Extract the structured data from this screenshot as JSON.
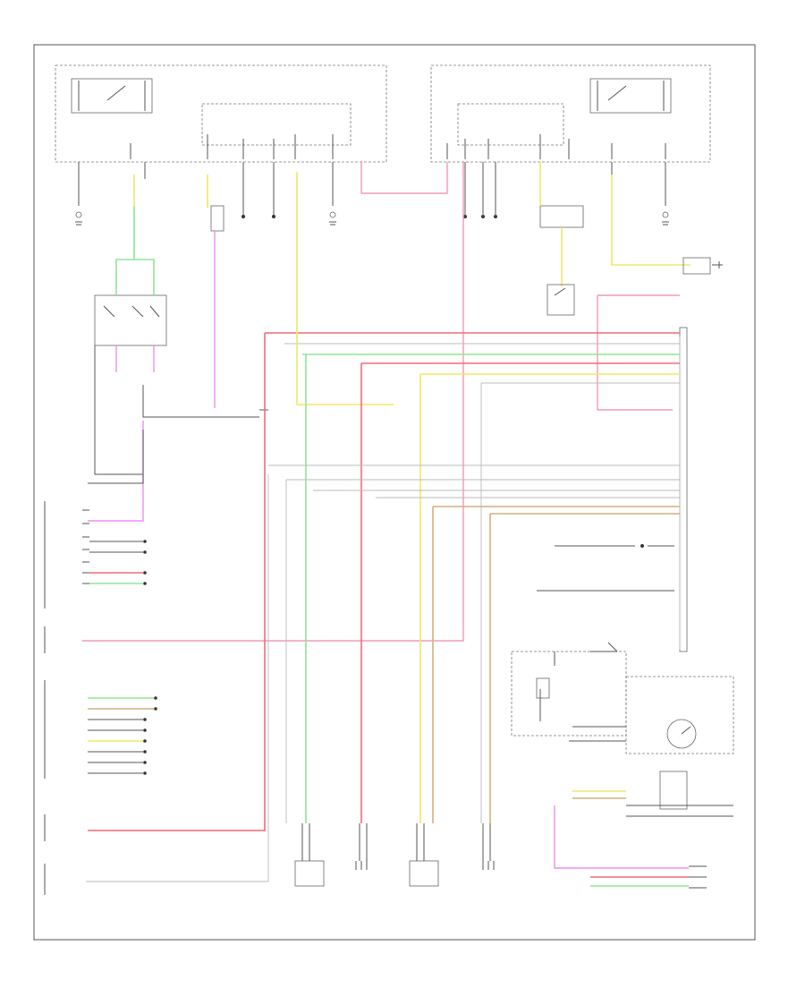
{
  "diagram": {
    "drawing_code": "",
    "components": [
      {
        "id": "left-front-door-module",
        "label": ""
      },
      {
        "id": "right-front-door-module",
        "label": ""
      },
      {
        "id": "combination-meter",
        "label": ""
      },
      {
        "id": "skid-control-ecu",
        "label": ""
      },
      {
        "id": "left-rear-speed-sensor",
        "label": ""
      },
      {
        "id": "left-front-speed-sensor",
        "label": ""
      },
      {
        "id": "right-rear-speed-sensor",
        "label": ""
      },
      {
        "id": "right-front-speed-sensor",
        "label": ""
      }
    ],
    "wire_colors": {
      "red": "#f26a76",
      "pink": "#f29bb0",
      "yellow": "#f0e866",
      "green": "#8ee890",
      "magenta": "#f08ef0",
      "tan": "#d2b07e",
      "gray": "#bbbbbb",
      "black": "#555555"
    }
  }
}
